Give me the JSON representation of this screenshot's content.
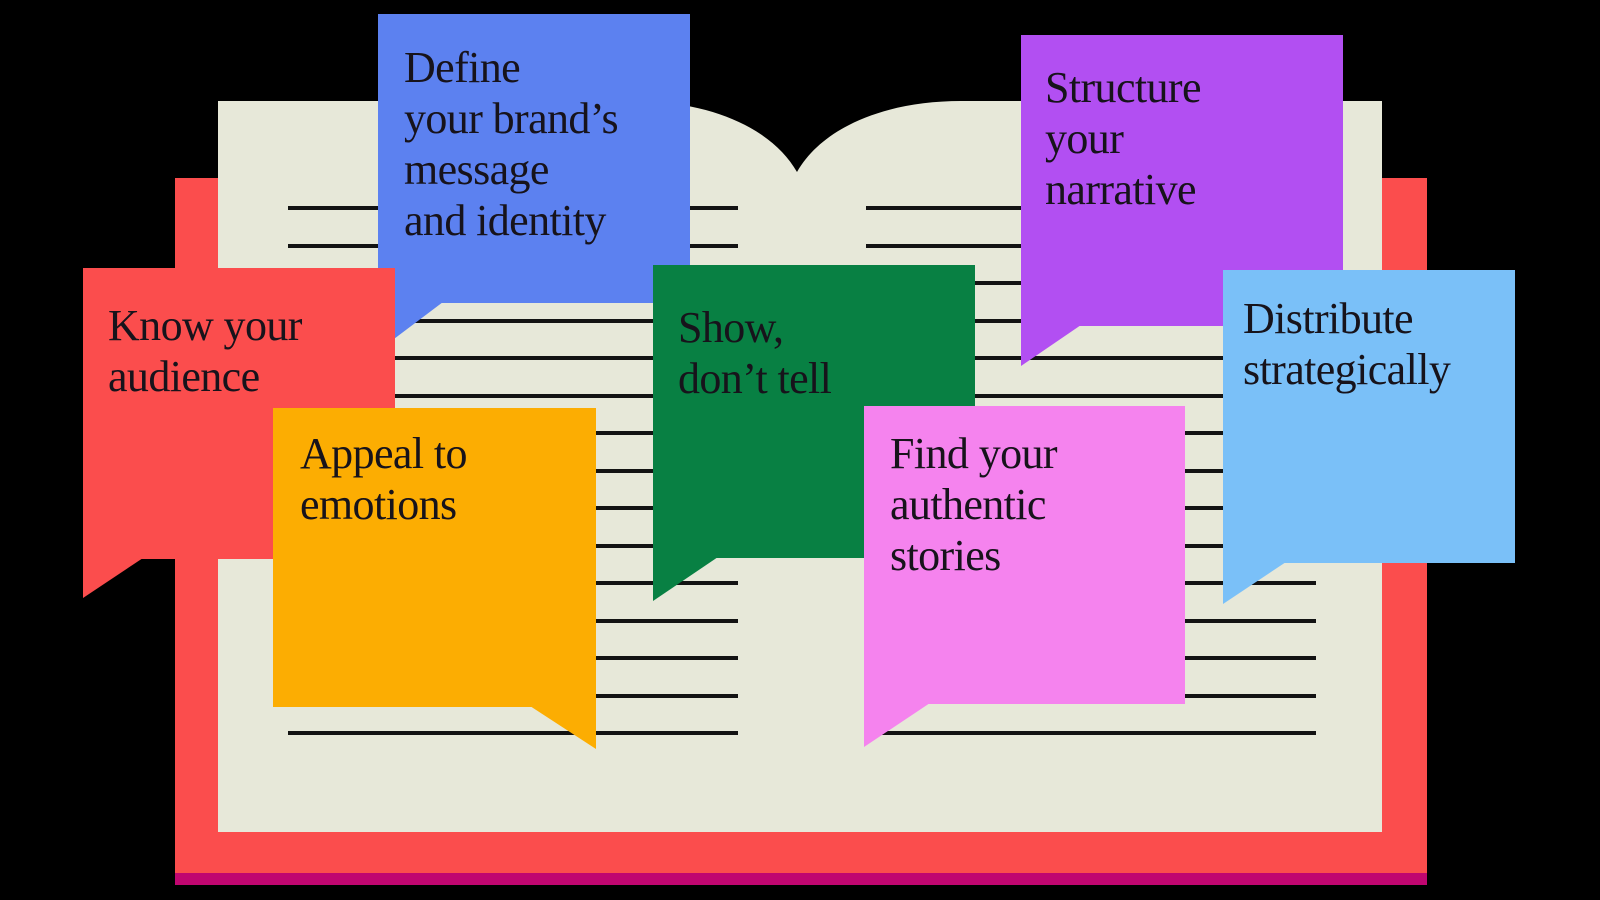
{
  "canvas": {
    "background": "#000000"
  },
  "text_color": "#17131B",
  "book": {
    "cover_color": "#FB4D4D",
    "bottom_strip_color": "#C00670",
    "page_color": "#E7E8D9",
    "ruled_line_color": "#131313",
    "ruled_lines_per_page": 15
  },
  "bubbles": [
    {
      "id": "know-your-audience",
      "label": "Know your\naudience",
      "color": "#FB4D4D"
    },
    {
      "id": "define-brand-message",
      "label": "Define\nyour brand’s\nmessage\nand identity",
      "color": "#5C81F0"
    },
    {
      "id": "appeal-to-emotions",
      "label": "Appeal to\nemotions",
      "color": "#FCAD02"
    },
    {
      "id": "show-dont-tell",
      "label": "Show,\ndon’t tell",
      "color": "#088043"
    },
    {
      "id": "structure-your-narrative",
      "label": "Structure\nyour\nnarrative",
      "color": "#B24FF2"
    },
    {
      "id": "find-authentic-stories",
      "label": "Find your\nauthentic\nstories",
      "color": "#F583EE"
    },
    {
      "id": "distribute-strategically",
      "label": "Distribute\nstrategically",
      "color": "#7AC0F8"
    }
  ]
}
